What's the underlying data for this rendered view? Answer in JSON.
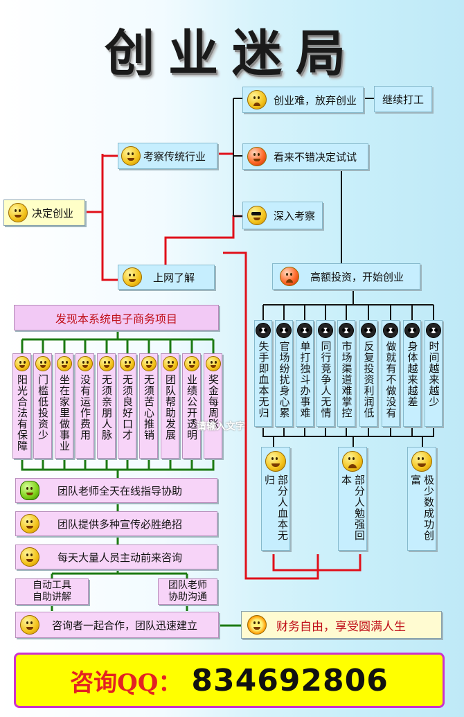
{
  "title": "创业迷局",
  "nodes": {
    "decide": "决定创业",
    "traditional": "考察传统行业",
    "hard_quit": "创业难，放弃创业",
    "keep_working": "继续打工",
    "try_it": "看来不错决定试试",
    "deep_look": "深入考察",
    "online": "上网了解",
    "big_invest": "高额投资，开始创业",
    "ecommerce": "发现本系统电子商务项目",
    "support_online": "团队老师全天在线指导协助",
    "promo": "团队提供多种宣传必胜绝招",
    "consult": "每天大量人员主动前来咨询",
    "auto_tools": "自动工具\n自助讲解",
    "teacher_talk": "团队老师\n协助沟通",
    "cooperate": "咨询者一起合作，团队迅速建立",
    "freedom": "财务自由，享受圆满人生"
  },
  "advantages": [
    "阳光合法有保障",
    "门槛低投资少",
    "坐在家里做事业",
    "没有运作费用",
    "无须亲朋人脉",
    "无须良好口才",
    "无须苦心推销",
    "团队帮助发展",
    "业绩公开透明",
    "奖金每周账"
  ],
  "risks": [
    "失手即血本无归",
    "官场纷扰身心累",
    "单打独斗办事难",
    "同行竞争人无情",
    "市场渠道难掌控",
    "反复投资利润低",
    "做就有不做没有",
    "身体越来越差",
    "时间越来越少"
  ],
  "outcomes": [
    "部分人血本无归",
    "部分人勉强回本",
    "极少数成功创富"
  ],
  "watermark": "请输入文字",
  "contact": {
    "label": "咨询QQ：",
    "number": "834692806"
  },
  "colors": {
    "red_line": "#e0101a",
    "green_line": "#1c7a12",
    "black_line": "#111111",
    "qq_bar": "#ffff00"
  }
}
